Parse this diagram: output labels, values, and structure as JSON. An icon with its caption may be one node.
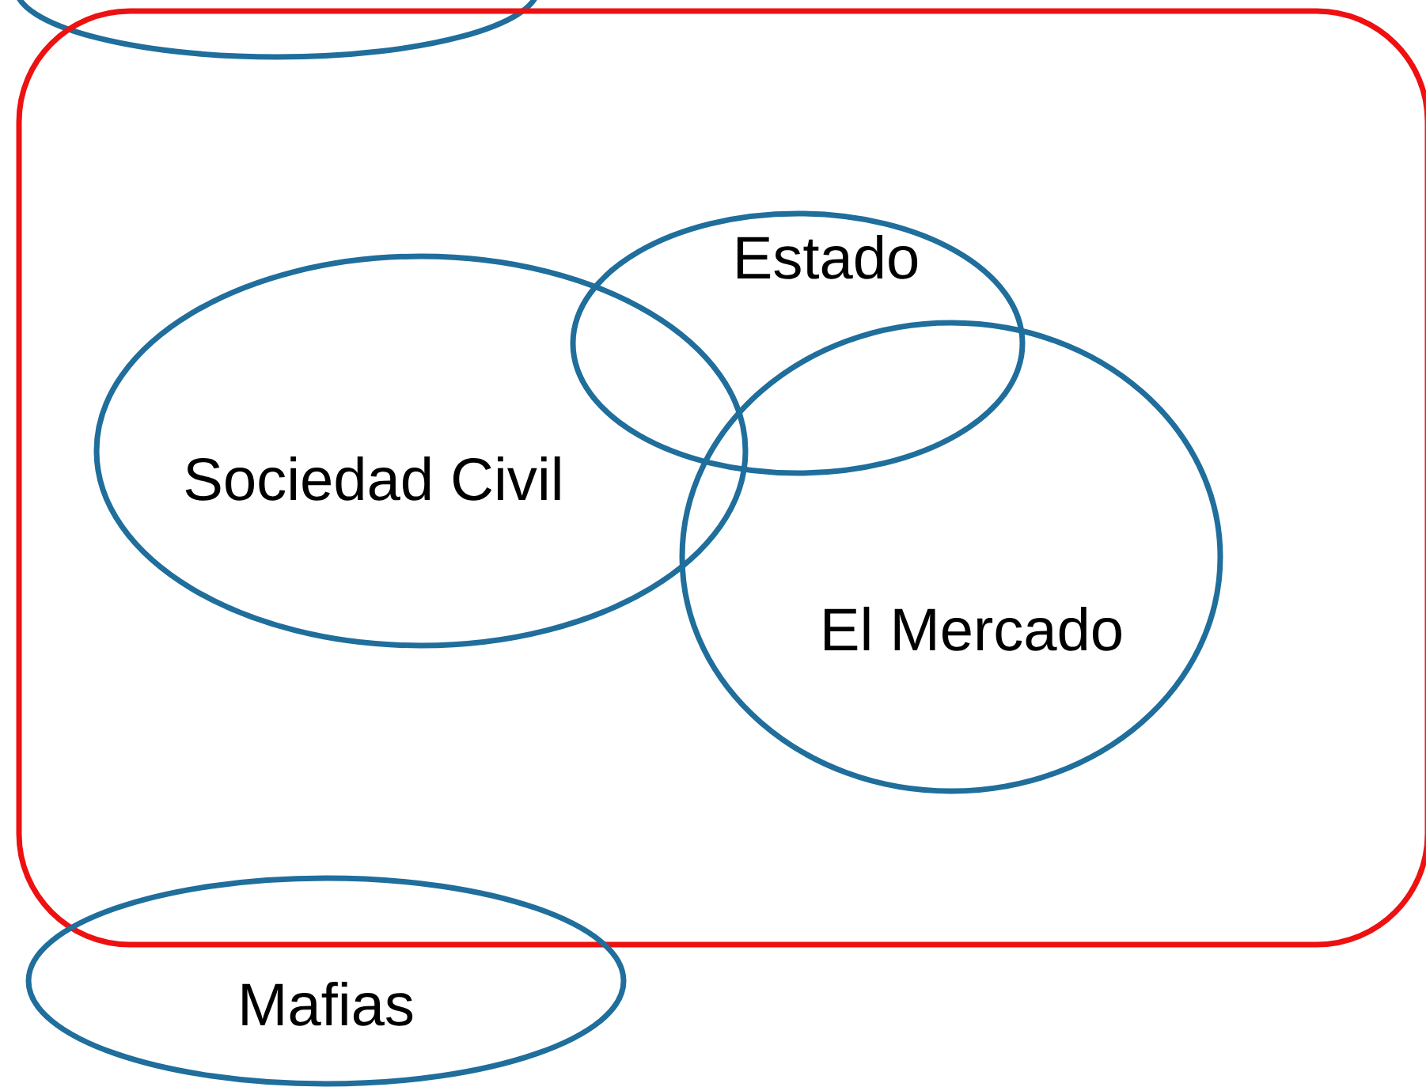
{
  "diagram": {
    "nodes": [
      {
        "text": [],
        "shape": "ellipse"
      },
      {
        "text": [],
        "shape": "box"
      },
      {
        "text": [
          "Estado"
        ],
        "in": 1
      },
      {
        "text": [
          "Sociedad Civil"
        ],
        "in": 1
      },
      {
        "text": [
          "El Mercado"
        ],
        "in": 1
      },
      {
        "text": [
          "Mafias"
        ]
      }
    ]
  }
}
